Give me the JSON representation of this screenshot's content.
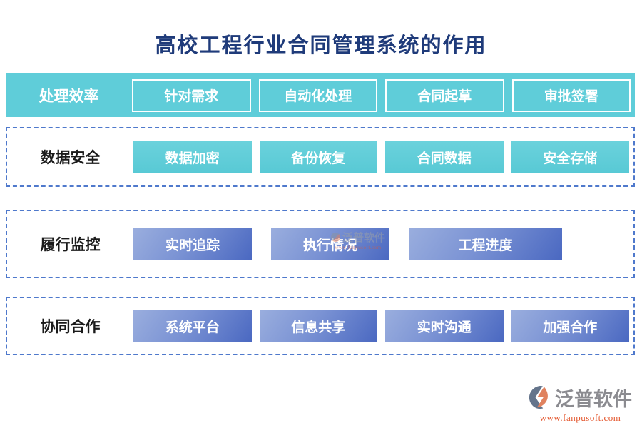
{
  "title": "高校工程行业合同管理系统的作用",
  "rows": [
    {
      "label": "处理效率",
      "items": [
        "针对需求",
        "自动化处理",
        "合同起草",
        "审批签署"
      ]
    },
    {
      "label": "数据安全",
      "items": [
        "数据加密",
        "备份恢复",
        "合同数据",
        "安全存储"
      ]
    },
    {
      "label": "履行监控",
      "items": [
        "实时追踪",
        "执行情况",
        "工程进度"
      ]
    },
    {
      "label": "协同合作",
      "items": [
        "系统平台",
        "信息共享",
        "实时沟通",
        "加强合作"
      ]
    }
  ],
  "watermark": {
    "text": "泛普软件",
    "subtext": "www.fanpusoft.com"
  },
  "footer": {
    "brand": "泛普软件",
    "url": "www.fanpusoft.com"
  },
  "colors": {
    "title": "#1f3b7a",
    "teal": "#5fcdd9",
    "blue_gradient_start": "#9aaede",
    "blue_gradient_end": "#4a68c1",
    "dashed_border": "#4f79cc",
    "url_orange": "#e4572e",
    "brand_gray": "#8b8b90"
  }
}
